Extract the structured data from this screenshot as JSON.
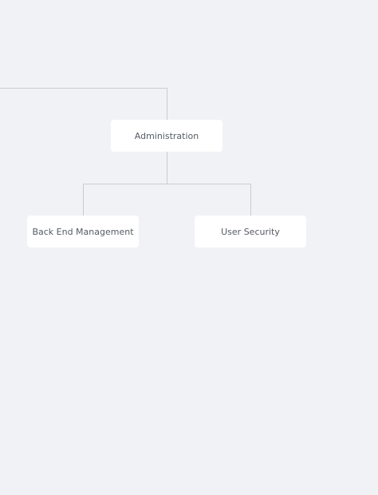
{
  "org_chart": {
    "nodes": [
      {
        "id": "administration",
        "label": "Administration"
      },
      {
        "id": "back-end-management",
        "label": "Back End Management"
      },
      {
        "id": "user-security",
        "label": "User Security"
      }
    ]
  },
  "colors": {
    "background": "#f0f2f6",
    "node_background": "#ffffff",
    "node_text": "#555a63",
    "connector": "#c9ccd4"
  }
}
